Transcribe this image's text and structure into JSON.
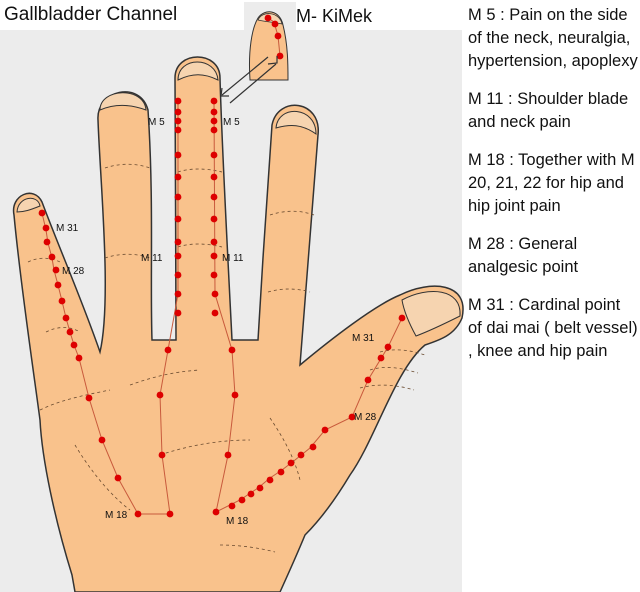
{
  "title": "Gallbladder Channel",
  "method": "M- KiMek",
  "point_labels": {
    "m5_left": "M 5",
    "m5_right": "M 5",
    "m11_left": "M 11",
    "m11_right": "M 11",
    "m18_left": "M 18",
    "m18_right": "M 18",
    "m28_finger": "M 28",
    "m28_thumb": "M 28",
    "m31_finger": "M 31",
    "m31_thumb": "M 31"
  },
  "notes": [
    {
      "text": "M 5 : Pain on the side of the neck, neuralgia, hypertension, apoplexy"
    },
    {
      "text": "M 11 : Shoulder blade and neck pain"
    },
    {
      "text": "M 18 : Together with M 20, 21, 22 for hip and hip joint pain"
    },
    {
      "text": "M 28 : General analgesic point"
    },
    {
      "text": "M 31 : Cardinal point of dai mai ( belt vessel) , knee and hip pain"
    }
  ],
  "colors": {
    "skin": "#f9c28c",
    "outline": "#333333",
    "point": "#dd0000",
    "channel_line": "#c85a3c",
    "background_panel": "#ececec"
  }
}
